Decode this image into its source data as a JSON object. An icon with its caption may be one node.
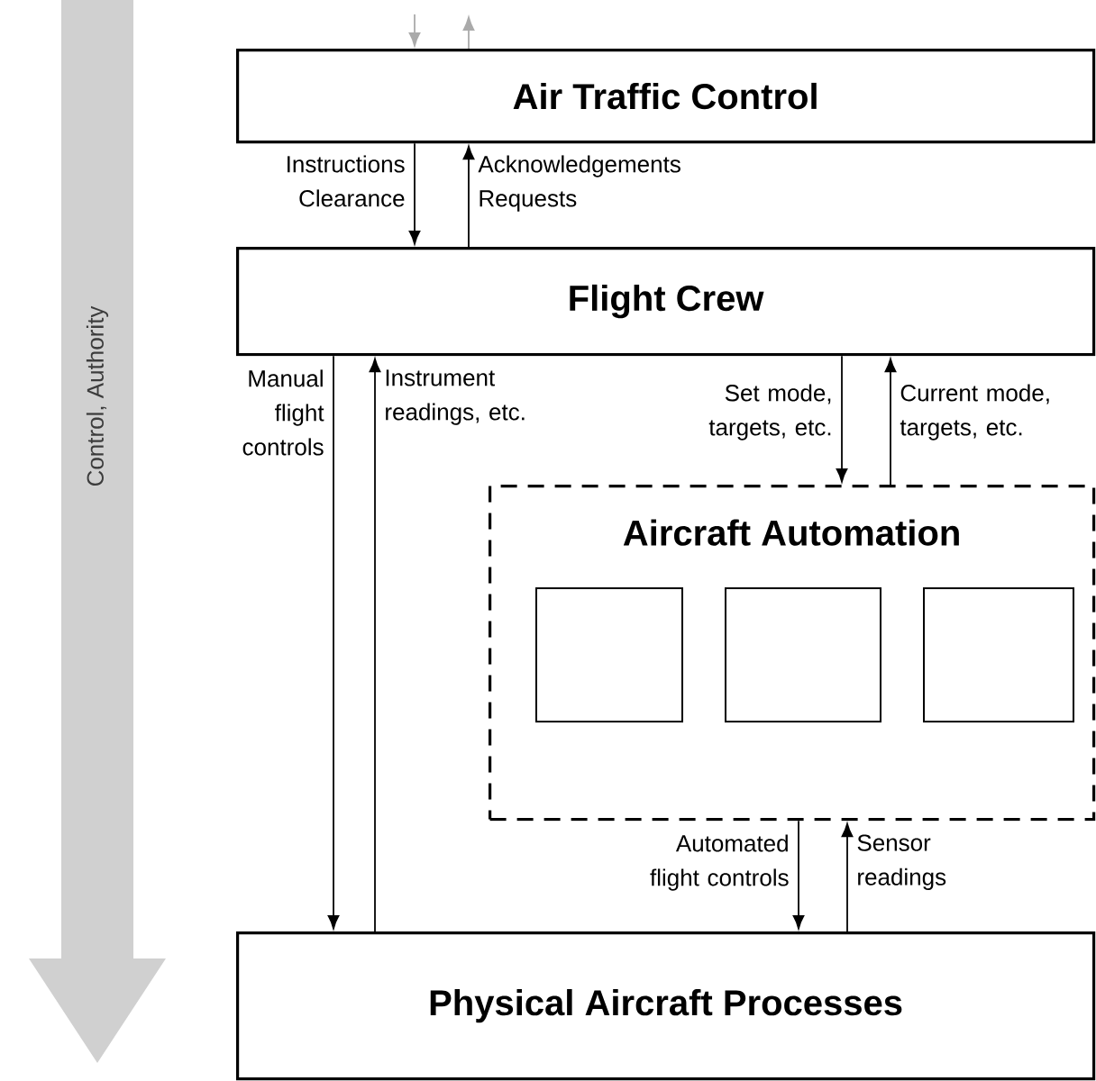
{
  "diagram": {
    "nodes": [
      {
        "text": [
          "Air Traffic Control"
        ]
      },
      {
        "text": [
          "Flight Crew"
        ]
      },
      {
        "text": [
          "Aircraft Automation"
        ]
      },
      {
        "text": [],
        "shape": "box",
        "in": 2
      },
      {
        "text": [],
        "shape": "box",
        "in": 2
      },
      {
        "text": [],
        "shape": "box",
        "in": 2
      },
      {
        "text": [
          "Physical Aircraft Processes"
        ]
      }
    ],
    "edges": [
      {
        "from": null,
        "to": 0,
        "arrow": "to",
        "color": "#aaaaaa"
      },
      {
        "from": 0,
        "to": null,
        "arrow": "to",
        "color": "#aaaaaa"
      },
      {
        "from": 0,
        "to": 1,
        "arrow": "to",
        "label": "Instructions Clearance"
      },
      {
        "from": 1,
        "to": 0,
        "arrow": "to",
        "label": "Acknowledgements Requests"
      },
      {
        "from": 1,
        "to": 6,
        "arrow": "to",
        "label": "Manual flight controls"
      },
      {
        "from": 6,
        "to": 1,
        "arrow": "to",
        "label": "Instrument readings, etc."
      },
      {
        "from": 1,
        "to": 2,
        "arrow": "to",
        "label": "Set mode, targets, etc."
      },
      {
        "from": 2,
        "to": 1,
        "arrow": "to",
        "label": "Current mode, targets, etc."
      },
      {
        "from": 2,
        "to": 6,
        "arrow": "to",
        "label": "Automated flight controls"
      },
      {
        "from": 6,
        "to": 2,
        "arrow": "to",
        "label": "Sensor readings"
      }
    ],
    "labels": [
      "Control, Authority"
    ]
  }
}
